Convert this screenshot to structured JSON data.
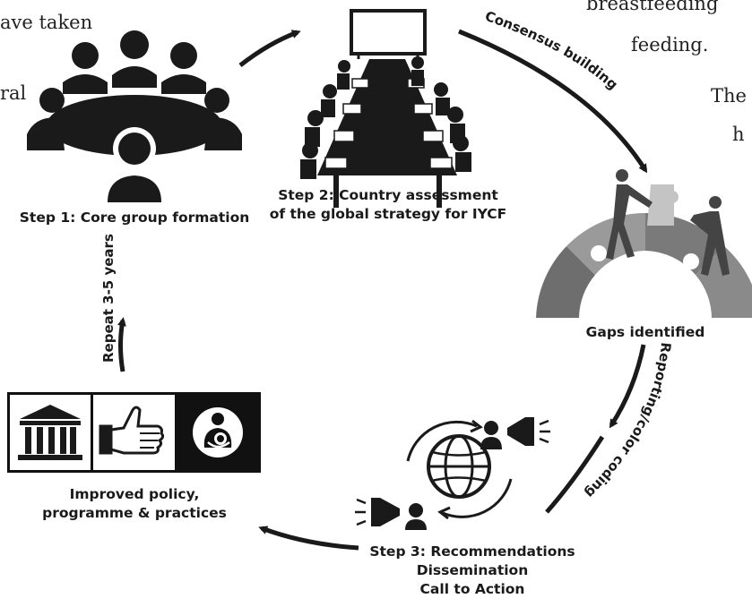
{
  "background_text": {
    "top_left_1": "ave taken",
    "top_left_2": "ral",
    "top_right_1": "breastfeeding",
    "top_right_2": "feeding.",
    "right_1": "The",
    "right_2": "h"
  },
  "steps": {
    "step1": "Step 1: Core group formation",
    "step2_line1": "Step 2: Country assessment",
    "step2_line2": "of the global strategy for IYCF",
    "gaps": "Gaps identified",
    "step3_line1": "Step 3: Recommendations",
    "step3_line2": "Dissemination",
    "step3_line3": "Call to Action",
    "improved_line1": "Improved policy,",
    "improved_line2": "programme & practices"
  },
  "arc_labels": {
    "consensus": "Consensus building",
    "reporting": "Reporting/color coding",
    "repeat": "Repeat 3-5 years"
  },
  "icons": {
    "meeting": "meeting-group-icon",
    "conference": "conference-table-icon",
    "puzzle": "puzzle-teamwork-icon",
    "globe": "globe-communication-icon",
    "building": "government-building-icon",
    "thumb": "thumbs-up-icon",
    "breastfeeding": "breastfeeding-icon"
  },
  "colors": {
    "ink": "#1a1a1a",
    "puzzle_dark": "#6e6e6e",
    "puzzle_mid": "#9a9a9a",
    "puzzle_light": "#c4c4c4"
  }
}
